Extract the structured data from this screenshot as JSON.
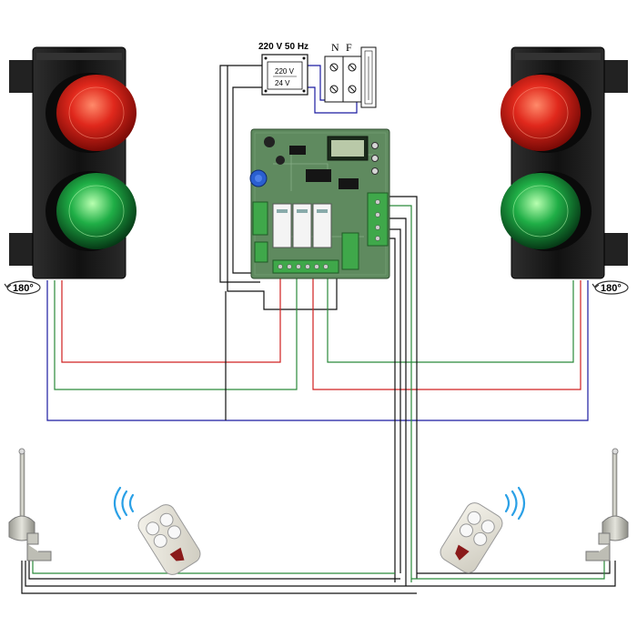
{
  "transformer": {
    "title": "220 V 50 Hz",
    "primary_label": "220 V",
    "secondary_label": "24 V"
  },
  "breaker": {
    "neutral_label": "N",
    "phase_label": "F"
  },
  "traffic_lights": {
    "left_rotation_label": "180°",
    "right_rotation_label": "180°"
  },
  "colors": {
    "red_wire": "#d02020",
    "green_wire": "#2a8a3a",
    "blue_wire": "#1a1aa0",
    "black_wire": "#111111",
    "pcb": "#5f8a5f",
    "light_red": "#e0281c",
    "light_green": "#1fae46",
    "housing": "#1b1b1b",
    "signal_blue": "#2aa0e6"
  },
  "icons": [
    "traffic-light-icon",
    "antenna-icon",
    "remote-control-icon",
    "rotation-icon",
    "transformer-icon",
    "breaker-icon",
    "control-board-icon"
  ]
}
